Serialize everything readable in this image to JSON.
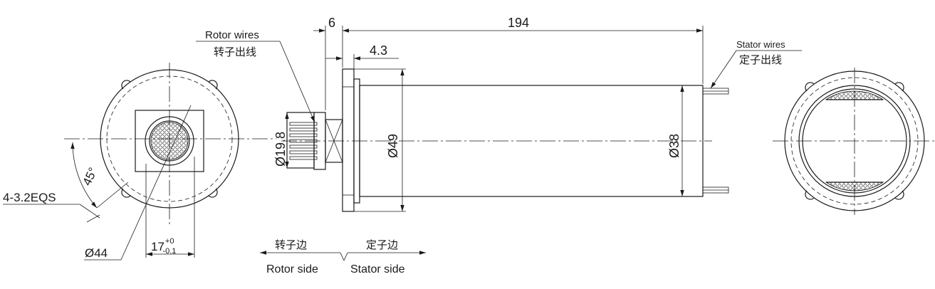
{
  "labels": {
    "rotor_wires_en": "Rotor wires",
    "rotor_wires_cn": "转子出线",
    "stator_wires_en": "Stator wires",
    "stator_wires_cn": "定子出线",
    "rotor_side_cn": "转子边",
    "rotor_side_en": "Rotor side",
    "stator_side_cn": "定子边",
    "stator_side_en": "Stator side"
  },
  "dimensions": {
    "overall_length": "194",
    "flange_thickness": "6",
    "step_length": "4.3",
    "rotor_diameter": "Ø19.8",
    "flange_diameter": "Ø49",
    "body_diameter": "Ø38",
    "bolt_circle": "Ø44",
    "holes": "4-3.2EQS",
    "angle": "45°",
    "width_base": "17",
    "width_tol_upper": "+0",
    "width_tol_lower": "-0.1"
  }
}
